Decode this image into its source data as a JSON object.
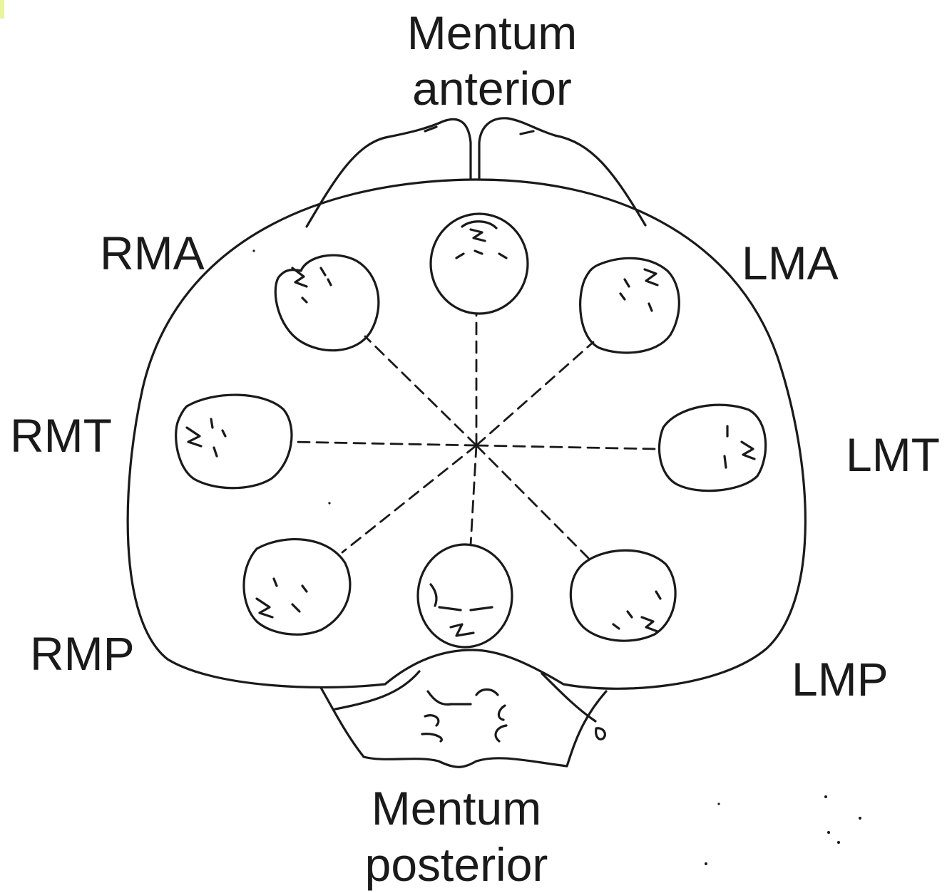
{
  "title_top": {
    "line1": "Mentum",
    "line2": "anterior"
  },
  "title_bottom": {
    "line1": "Mentum",
    "line2": "posterior"
  },
  "positions": {
    "rma": "RMA",
    "lma": "LMA",
    "rmt": "RMT",
    "lmt": "LMT",
    "rmp": "RMP",
    "lmp": "LMP"
  },
  "colors": {
    "stroke": "#1a1a1a",
    "background": "#ffffff"
  }
}
